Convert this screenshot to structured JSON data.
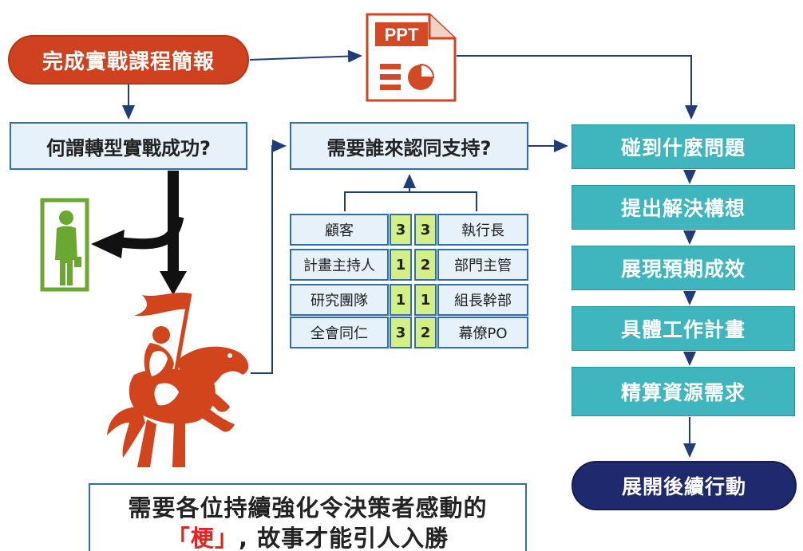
{
  "start": {
    "label": "完成實戰課程簡報"
  },
  "ppt": {
    "label": "PPT"
  },
  "question1": {
    "label": "何謂轉型實戰成功?"
  },
  "question2": {
    "label": "需要誰來認同支持?"
  },
  "support_table": {
    "rows": [
      {
        "left": "顧客",
        "left_score": "3",
        "right_score": "3",
        "right": "執行長"
      },
      {
        "left": "計畫主持人",
        "left_score": "1",
        "right_score": "2",
        "right": "部門主管"
      },
      {
        "left": "研究團隊",
        "left_score": "1",
        "right_score": "1",
        "right": "組長幹部"
      },
      {
        "left": "全會同仁",
        "left_score": "3",
        "right_score": "2",
        "right": "幕僚PO"
      }
    ]
  },
  "steps": [
    {
      "label": "碰到什麼問題"
    },
    {
      "label": "提出解決構想"
    },
    {
      "label": "展現預期成效"
    },
    {
      "label": "具體工作計畫"
    },
    {
      "label": "精算資源需求"
    }
  ],
  "end": {
    "label": "展開後續行動"
  },
  "message": {
    "line1": "需要各位持續強化令決策者感動的",
    "quote_open": "「",
    "keyword": "梗",
    "quote_close": "」",
    "line2_rest": ", 故事才能引人入勝"
  },
  "colors": {
    "start": "#d0421f",
    "light_box": "#e6f1fa",
    "border_blue": "#2e6fb3",
    "step_teal": "#3fb6bd",
    "end_navy": "#1f2a6e",
    "score_green": "#d4ef86",
    "figure_green": "#6aa832",
    "knight_orange": "#d2441c"
  },
  "icons": [
    "ppt-document-icon",
    "person-in-doorway-icon",
    "knight-on-horse-icon"
  ]
}
